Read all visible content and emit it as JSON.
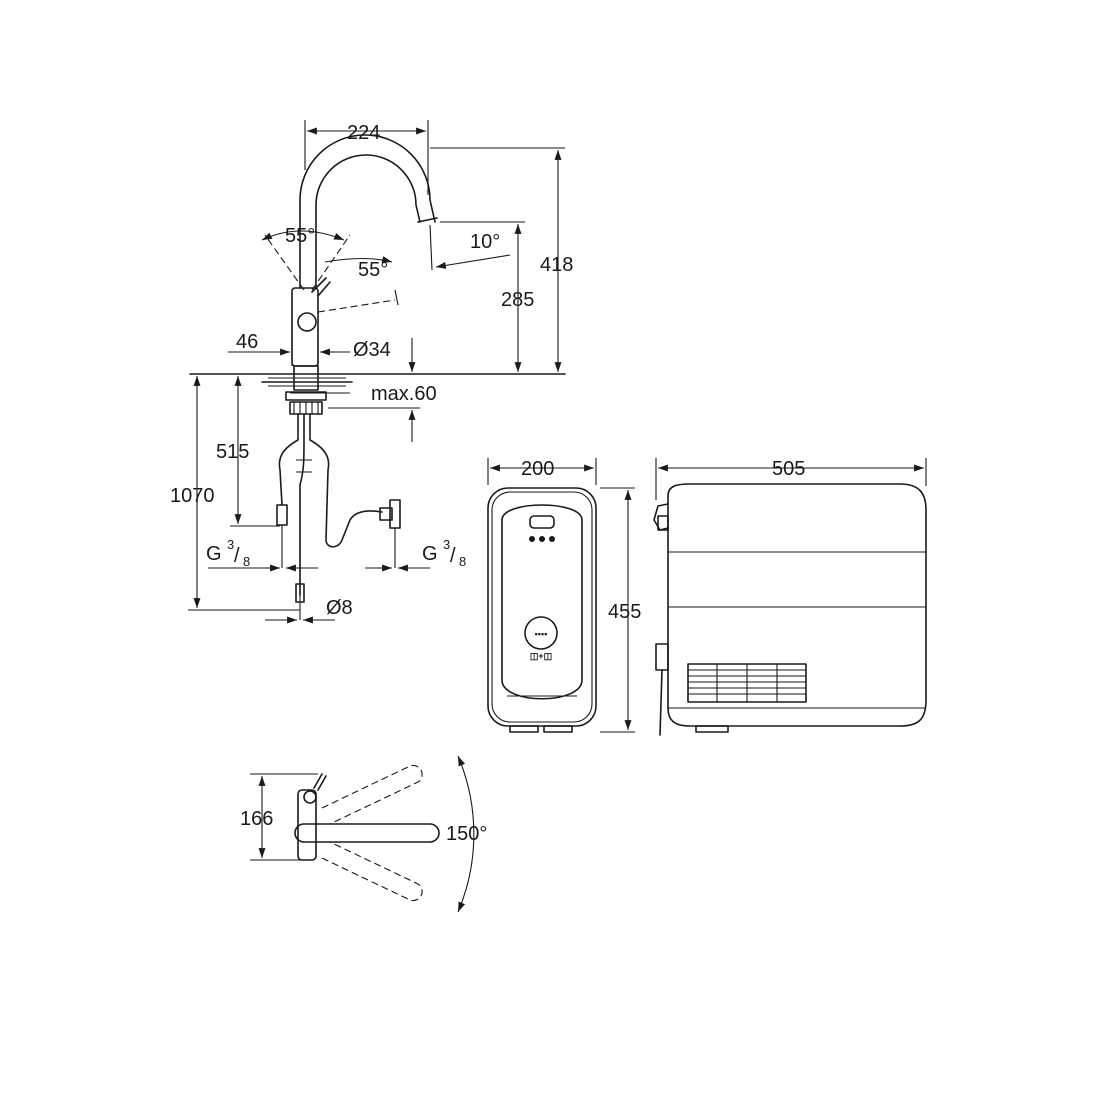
{
  "dimensions": {
    "faucet_spout_reach": "224",
    "faucet_total_height": "418",
    "faucet_outlet_height": "285",
    "handle_angle_left": "55°",
    "handle_angle_right": "55°",
    "spout_tilt": "10°",
    "body_offset": "46",
    "body_diameter": "Ø34",
    "deck_thickness": "max.60",
    "hose_length_to_connector": "515",
    "total_hose_length": "1070",
    "inlet_left_prefix": "G",
    "inlet_left_num": "3",
    "inlet_left_den": "8",
    "inlet_right_prefix": "G",
    "inlet_right_num": "3",
    "inlet_right_den": "8",
    "pipe_diameter": "Ø8",
    "boiler_width": "200",
    "boiler_height": "455",
    "boiler_depth": "505",
    "top_view_offset": "166",
    "swivel_angle": "150°"
  },
  "boiler_panel": {
    "display_label": "▪▪▪▪",
    "bottom_label": "◫+◫"
  }
}
